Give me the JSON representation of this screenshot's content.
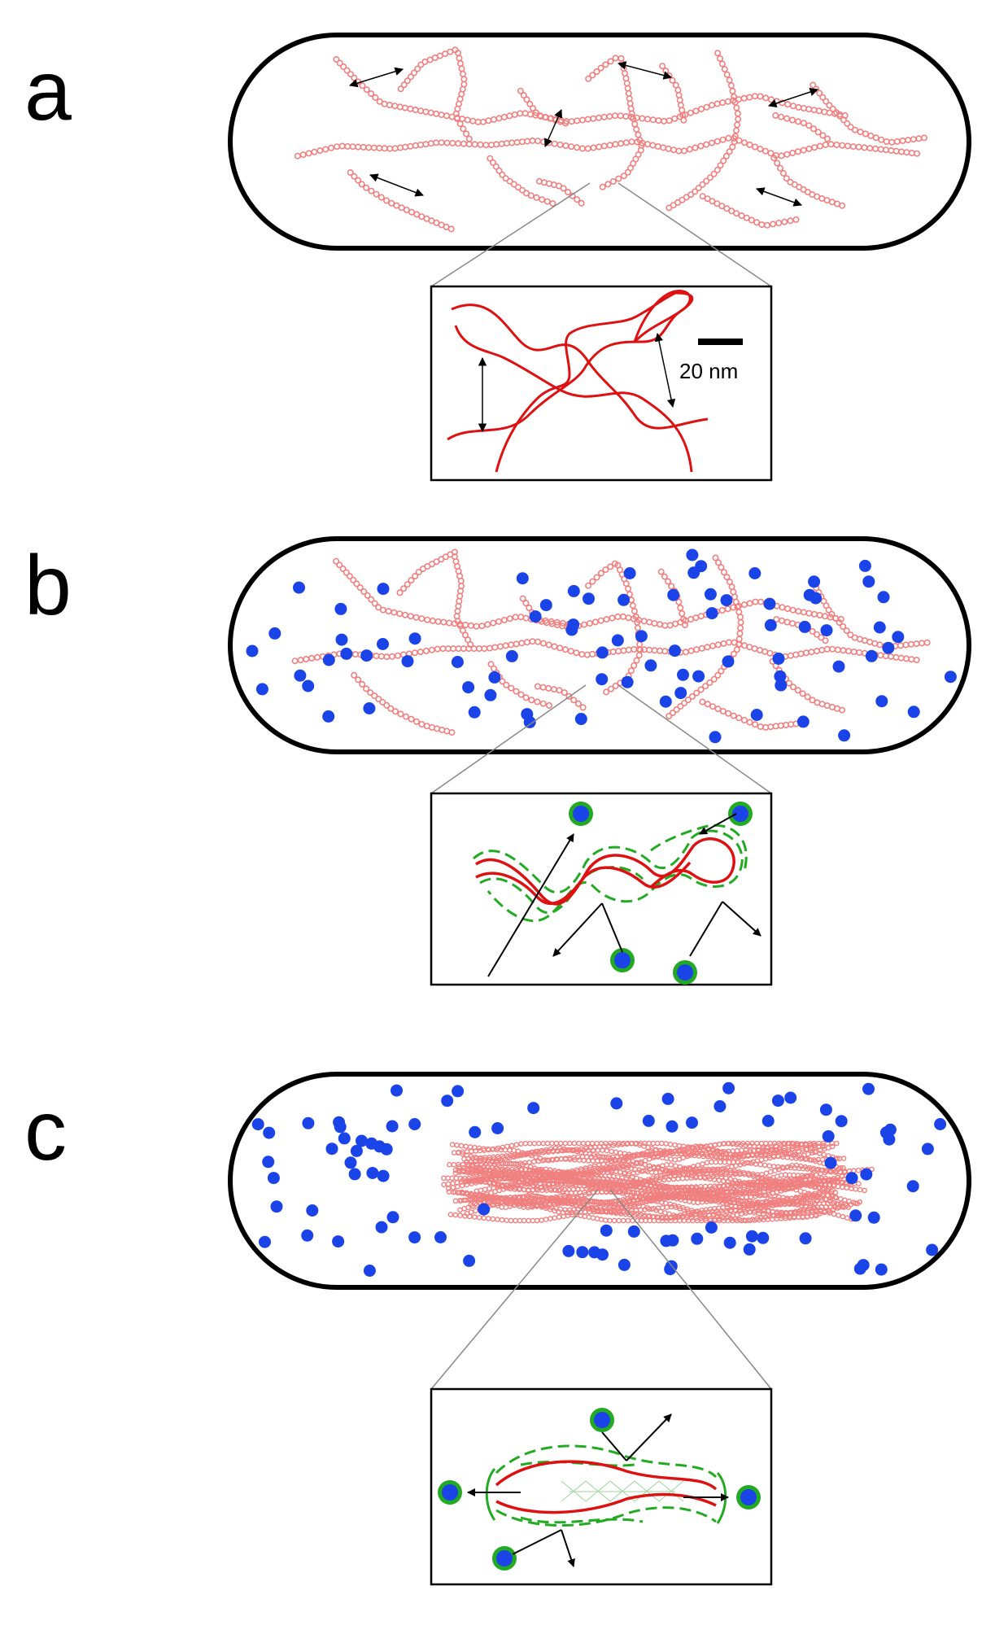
{
  "panels": [
    {
      "letter": "a"
    },
    {
      "letter": "b"
    },
    {
      "letter": "c"
    }
  ],
  "scale_bar": {
    "label": "20 nm"
  },
  "colors": {
    "dna": "#dd1111",
    "dna_faint": "#f0a0a0",
    "protein": "#1a44e8",
    "shell": "#22aa22",
    "outline": "#000000"
  }
}
